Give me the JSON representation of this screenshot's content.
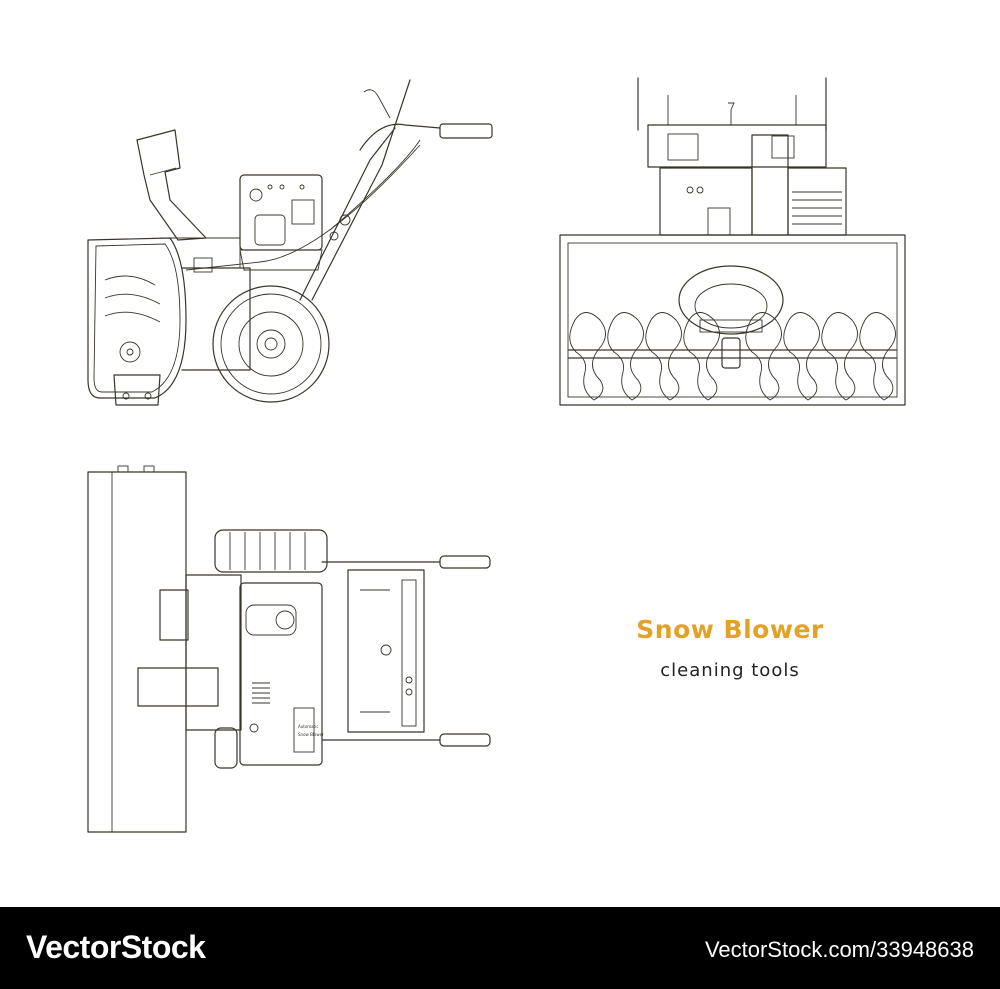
{
  "title": "Snow Blower",
  "subtitle": "cleaning tools",
  "footer": {
    "brand": "VectorStock",
    "image_id": "VectorStock.com/33948638",
    "brand_mark": "VectorStock"
  },
  "plate_text": [
    "Automatic",
    "Snow Blower"
  ],
  "colors": {
    "title": "#e3a127",
    "line": "#3a3528",
    "footer_bg": "#000000",
    "footer_text": "#ffffff"
  }
}
